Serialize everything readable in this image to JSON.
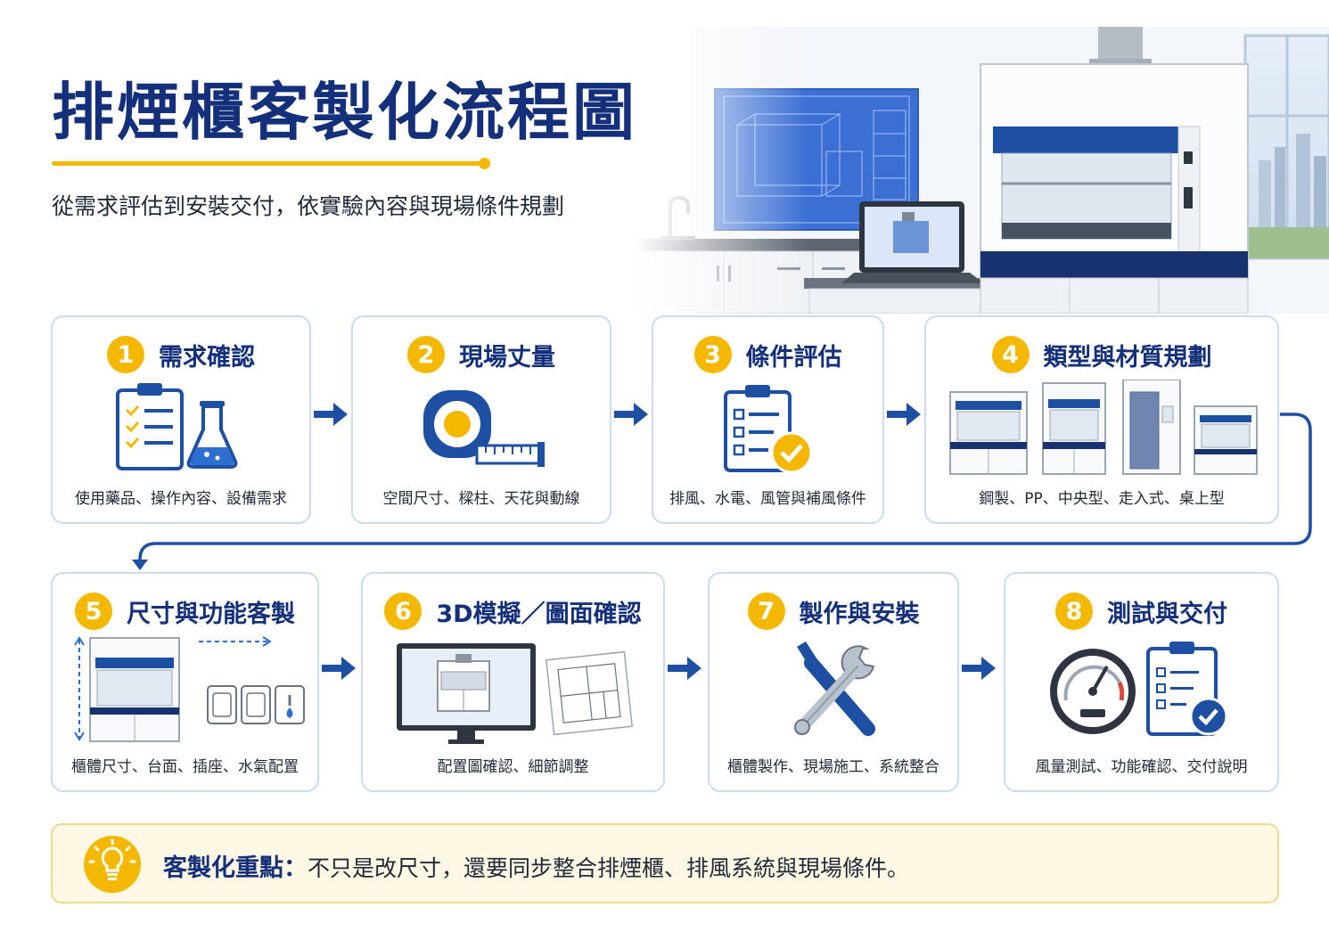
{
  "header": {
    "title": "排煙櫃客製化流程圖",
    "subtitle": "從需求評估到安裝交付，依實驗內容與現場條件規劃"
  },
  "steps": [
    {
      "number": "1",
      "title": "需求確認",
      "desc": "使用藥品、操作內容、設備需求",
      "icon": "clipboard-flask-icon"
    },
    {
      "number": "2",
      "title": "現場丈量",
      "desc": "空間尺寸、樑柱、天花與動線",
      "icon": "tape-measure-icon"
    },
    {
      "number": "3",
      "title": "條件評估",
      "desc": "排風、水電、風管與補風條件",
      "icon": "clipboard-check-icon"
    },
    {
      "number": "4",
      "title": "類型與材質規劃",
      "desc": "鋼製、PP、中央型、走入式、桌上型",
      "icon": "fume-hood-types-icon"
    },
    {
      "number": "5",
      "title": "尺寸與功能客製",
      "desc": "櫃體尺寸、台面、插座、水氣配置",
      "icon": "hood-dimension-icon"
    },
    {
      "number": "6",
      "title": "3D模擬／圖面確認",
      "desc": "配置圖確認、細節調整",
      "icon": "monitor-3d-icon"
    },
    {
      "number": "7",
      "title": "製作與安裝",
      "desc": "櫃體製作、現場施工、系統整合",
      "icon": "tools-icon"
    },
    {
      "number": "8",
      "title": "測試與交付",
      "desc": "風量測試、功能確認、交付說明",
      "icon": "gauge-checklist-icon"
    }
  ],
  "note": {
    "label": "客製化重點：",
    "text": "不只是改尺寸，還要同步整合排煙櫃、排風系統與現場條件。",
    "icon": "lightbulb-icon"
  },
  "colors": {
    "navy": "#14307a",
    "accent_blue": "#1d4fa3",
    "yellow": "#f5b800",
    "card_border": "#c9dcf3",
    "note_bg": "#fef8e4"
  }
}
